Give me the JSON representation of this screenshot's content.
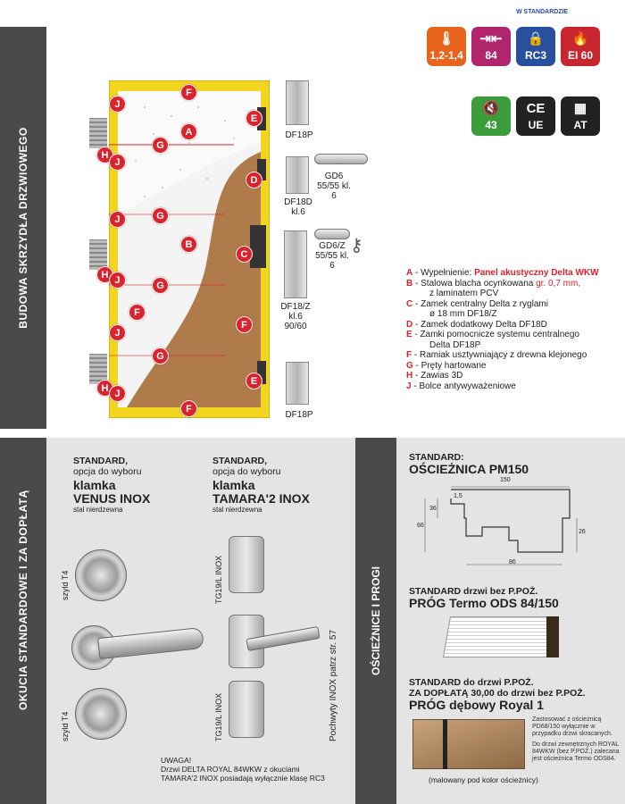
{
  "sections": {
    "structure": "BUDOWA SKRZYDŁA DRZWIOWEGO",
    "hardware": "OKUCIA STANDARDOWE I ZA DOPŁATĄ",
    "frames": "OŚCIEŻNICE I PROGI"
  },
  "badges": {
    "header": "W STANDARDZIE",
    "items": [
      {
        "value": "1,2-1,4",
        "icon": "U-value-thermometer-icon",
        "color": "#e8641c"
      },
      {
        "value": "84",
        "icon": "thickness-mm-icon",
        "color": "#b0256c"
      },
      {
        "value": "RC3",
        "icon": "padlock-icon",
        "color": "#2a4f9c"
      },
      {
        "value": "EI 60",
        "icon": "fire-icon",
        "color": "#c8262e"
      },
      {
        "value": "43",
        "icon": "soundproof-icon",
        "color": "#3c9c3c"
      },
      {
        "value": "UE",
        "icon": "ce-mark-icon",
        "color": "#222222"
      },
      {
        "value": "AT",
        "icon": "certificate-icon",
        "color": "#222222"
      }
    ]
  },
  "door_marks": [
    "J",
    "F",
    "E",
    "A",
    "G",
    "H",
    "J",
    "D",
    "J",
    "G",
    "B",
    "C",
    "H",
    "J",
    "G",
    "F",
    "F",
    "J",
    "G",
    "E",
    "H",
    "J",
    "F"
  ],
  "locks": {
    "top": "DF18P",
    "second": "DF18D kl.6",
    "cyl1": "GD6 55/55 kl. 6",
    "main": "DF18/Z kl.6 90/60",
    "cyl2": "GD6/Z 55/55 kl. 6",
    "bottom": "DF18P"
  },
  "legend": [
    {
      "key": "A",
      "text": " - Wypełnienie: ",
      "highlight": "Panel akustyczny Delta WKW",
      "cont": ""
    },
    {
      "key": "B",
      "text": " - Stalowa blacha ocynkowana ",
      "highlight": "gr. 0,7 mm,",
      "cont": "z laminatem PCV"
    },
    {
      "key": "C",
      "text": " - Zamek centralny Delta z ryglami",
      "highlight": "",
      "cont": "ø 18 mm DF18/Z"
    },
    {
      "key": "D",
      "text": " - Zamek dodatkowy Delta DF18D",
      "highlight": "",
      "cont": ""
    },
    {
      "key": "E",
      "text": " - Zamki pomocnicze systemu centralnego",
      "highlight": "",
      "cont": "Delta DF18P"
    },
    {
      "key": "F",
      "text": " - Ramiak usztywniający z drewna klejonego",
      "highlight": "",
      "cont": ""
    },
    {
      "key": "G",
      "text": " - Pręty hartowane",
      "highlight": "",
      "cont": ""
    },
    {
      "key": "H",
      "text": " - Zawias 3D",
      "highlight": "",
      "cont": ""
    },
    {
      "key": "J",
      "text": " - Bolce antywyważeniowe",
      "highlight": "",
      "cont": ""
    }
  ],
  "handles": {
    "venus": {
      "std": "STANDARD,",
      "opt": "opcja do wyboru",
      "name1": "klamka",
      "name2": "VENUS INOX",
      "mat": "stal nierdzewna"
    },
    "tamara": {
      "std": "STANDARD,",
      "opt": "opcja do wyboru",
      "name1": "klamka",
      "name2": "TAMARA'2 INOX",
      "mat": "stal nierdzewna"
    },
    "shield_top": "szyld T4",
    "shield_bottom": "szyld T4",
    "tg_top": "TG19/L INOX",
    "tg_bottom": "TG19/L INOX",
    "pull": "Pochwyty INOX patrz str. 57",
    "note": [
      "UWAGA!",
      "Drzwi DELTA ROYAL 84WKW z okuciami",
      "TAMARA'2 INOX posiadają wyłącznie klasę RC3"
    ]
  },
  "frames": {
    "frame_std": "STANDARD:",
    "frame_name": "OŚCIEŻNICA PM150",
    "dims": [
      "150",
      "1,5",
      "36",
      "66",
      "26",
      "86"
    ],
    "thr1_std": "STANDARD drzwi bez P.POŻ.",
    "thr1_name": "PRÓG Termo ODS 84/150",
    "thr2_std1": "STANDARD do drzwi P.POŻ.",
    "thr2_std2": "ZA DOPŁATĄ 30,00 do drzwi bez P.POŻ.",
    "thr2_name": "PRÓG dębowy Royal 1",
    "thr2_note1": "Zastosować z ościeżnicą PD68/150 wyłącznie w przypadku drzwi skracanych.",
    "thr2_note2": "Do drzwi zewnętrznych ROYAL 84WKW (bez P.POŻ.) zalecana jest ościeżnica Termo ODS84.",
    "thr2_caption": "(malowany pod kolor ościeżnicy)"
  }
}
